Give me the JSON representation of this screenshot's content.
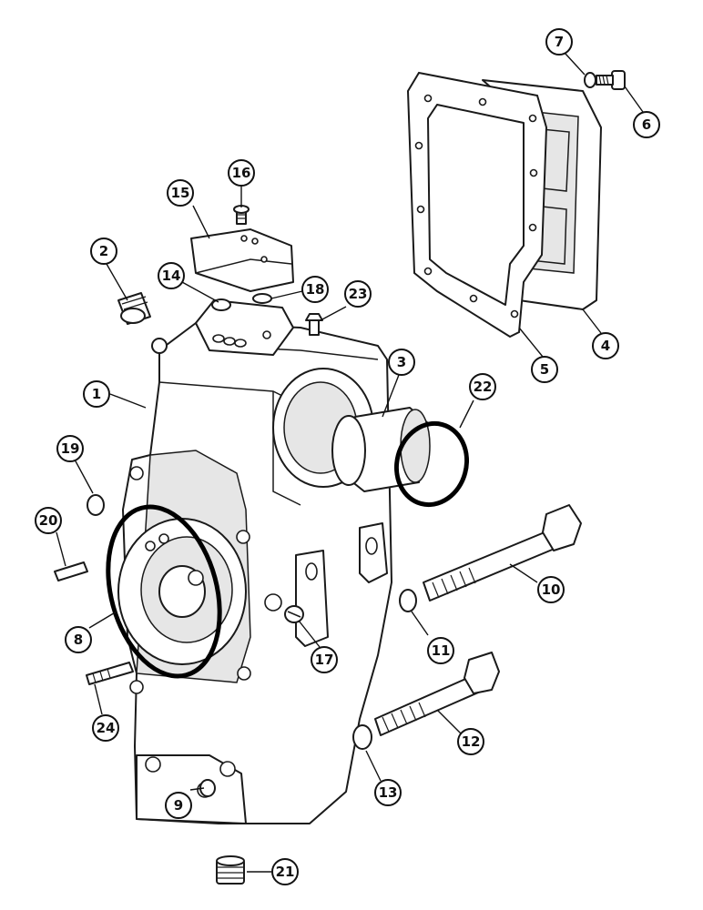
{
  "callouts": [
    {
      "label": "1"
    },
    {
      "label": "2"
    },
    {
      "label": "3"
    },
    {
      "label": "4"
    },
    {
      "label": "5"
    },
    {
      "label": "6"
    },
    {
      "label": "7"
    },
    {
      "label": "8"
    },
    {
      "label": "9"
    },
    {
      "label": "10"
    },
    {
      "label": "11"
    },
    {
      "label": "12"
    },
    {
      "label": "13"
    },
    {
      "label": "14"
    },
    {
      "label": "15"
    },
    {
      "label": "16"
    },
    {
      "label": "17"
    },
    {
      "label": "18"
    },
    {
      "label": "19"
    },
    {
      "label": "20"
    },
    {
      "label": "21"
    },
    {
      "label": "22"
    },
    {
      "label": "23"
    },
    {
      "label": "24"
    }
  ]
}
